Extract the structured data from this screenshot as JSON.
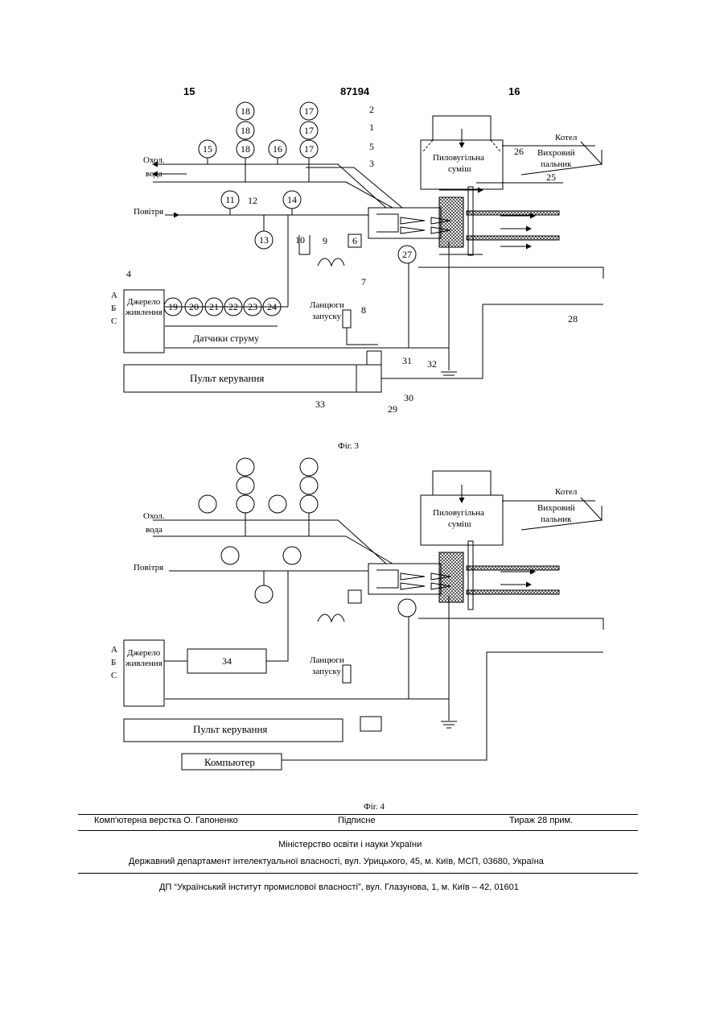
{
  "header": {
    "page_left": "15",
    "doc_number": "87194",
    "page_right": "16"
  },
  "fig3": {
    "caption": "Фіг. 3",
    "labels": {
      "cooling_water_1": "Охол.",
      "cooling_water_2": "вода",
      "air": "Повітря",
      "power_source_1": "Джерело",
      "power_source_2": "живлення",
      "phase_a": "А",
      "phase_b": "Б",
      "phase_c": "С",
      "current_sensors": "Датчики струму",
      "control_panel": "Пульт керування",
      "startup_1": "Ланцюги",
      "startup_2": "запуску",
      "coal_mix_1": "Пиловугільна",
      "coal_mix_2": "суміш",
      "boiler": "Котел",
      "vortex_1": "Вихровий",
      "vortex_2": "пальник"
    },
    "numbers": [
      "1",
      "2",
      "3",
      "4",
      "5",
      "6",
      "7",
      "8",
      "9",
      "10",
      "11",
      "12",
      "13",
      "14",
      "15",
      "16",
      "17",
      "18",
      "19",
      "20",
      "21",
      "22",
      "23",
      "24",
      "25",
      "26",
      "27",
      "28",
      "29",
      "30",
      "31",
      "32",
      "33"
    ]
  },
  "fig4": {
    "caption": "Фіг. 4",
    "labels": {
      "cooling_water_1": "Охол.",
      "cooling_water_2": "вода",
      "air": "Повітря",
      "power_source_1": "Джерело",
      "power_source_2": "живлення",
      "phase_a": "А",
      "phase_b": "Б",
      "phase_c": "С",
      "control_panel": "Пульт керування",
      "computer": "Компьютер",
      "startup_1": "Ланцюги",
      "startup_2": "запуску",
      "coal_mix_1": "Пиловугільна",
      "coal_mix_2": "суміш",
      "boiler": "Котел",
      "vortex_1": "Вихровий",
      "vortex_2": "пальник",
      "block_34": "34"
    }
  },
  "footer": {
    "layout": "Комп'ютерна верстка О. Гапоненко",
    "signed": "Підписне",
    "print_run": "Тираж 28 прим.",
    "ministry": "Міністерство освіти і науки України",
    "department": "Державний департамент інтелектуальної власності, вул. Урицького, 45, м. Київ, МСП, 03680, Україна",
    "institute": "ДП “Український інститут промислової власності”, вул. Глазунова, 1, м. Київ – 42, 01601"
  }
}
